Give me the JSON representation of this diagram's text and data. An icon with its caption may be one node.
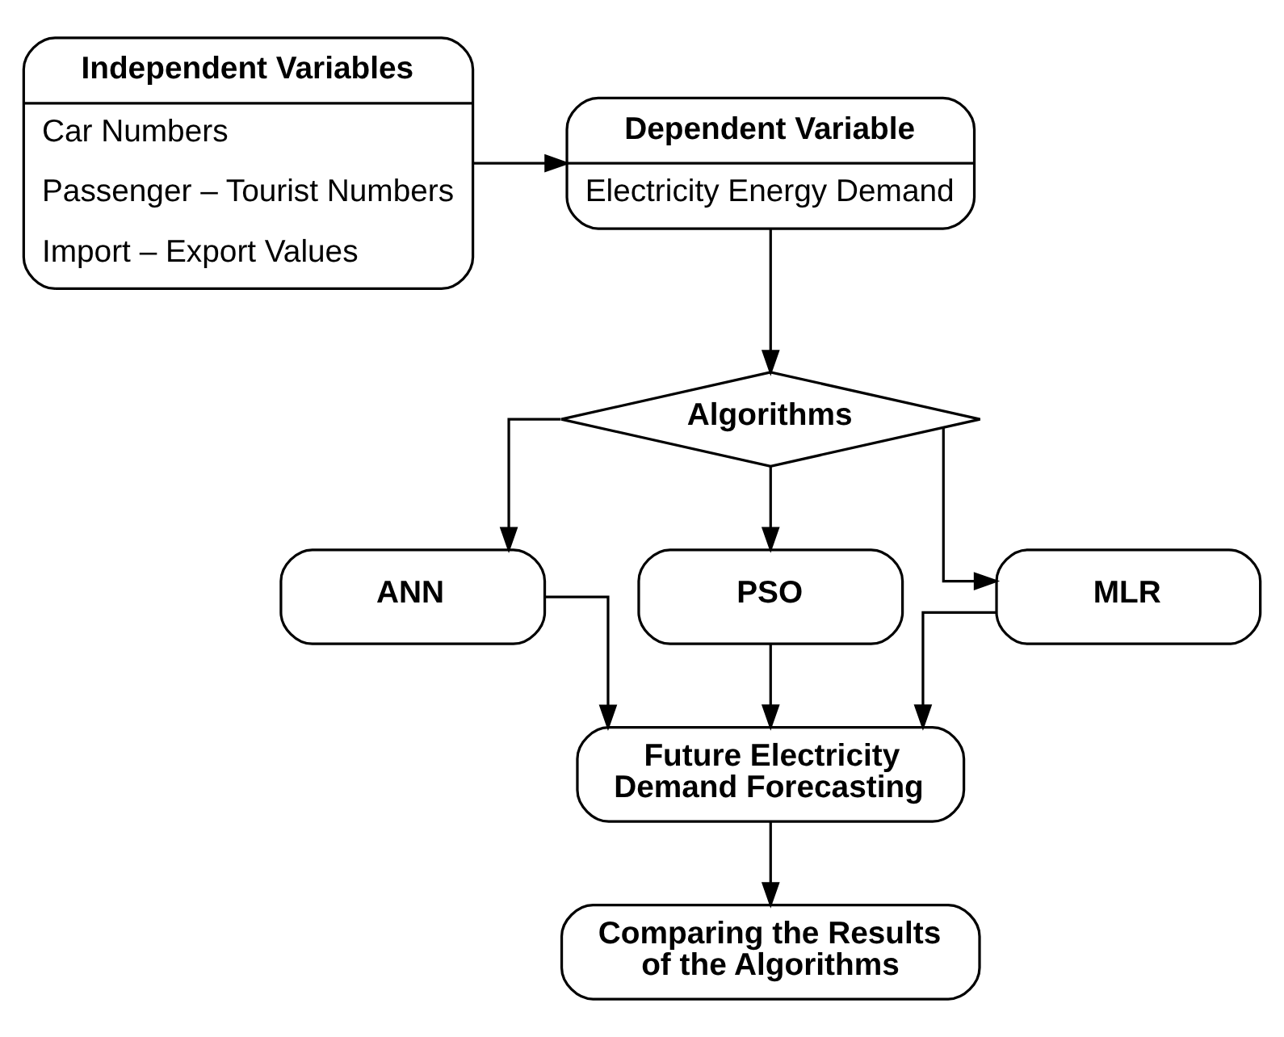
{
  "diagram": {
    "nodes": [
      {
        "text": [
          "Independent Variables",
          "Car Numbers",
          "Passenger – Tourist Numbers",
          "Import – Export Values"
        ]
      },
      {
        "text": [
          "Dependent Variable",
          "Electricity Energy Demand"
        ]
      },
      {
        "text": [
          "Algorithms"
        ]
      },
      {
        "text": [
          "ANN"
        ]
      },
      {
        "text": [
          "PSO"
        ]
      },
      {
        "text": [
          "MLR"
        ]
      },
      {
        "text": [
          "Future Electricity Demand Forecasting"
        ]
      },
      {
        "text": [
          "Comparing the Results of the Algorithms"
        ]
      }
    ],
    "edges": [
      {
        "from": 0,
        "to": 1,
        "arrow": "to"
      },
      {
        "from": 1,
        "to": 2,
        "arrow": "to"
      },
      {
        "from": 2,
        "to": 3,
        "arrow": "to"
      },
      {
        "from": 2,
        "to": 4,
        "arrow": "to"
      },
      {
        "from": 2,
        "to": 5,
        "arrow": "to"
      },
      {
        "from": 3,
        "to": 6,
        "arrow": "to"
      },
      {
        "from": 4,
        "to": 6,
        "arrow": "to"
      },
      {
        "from": 5,
        "to": 6,
        "arrow": "to"
      },
      {
        "from": 6,
        "to": 7,
        "arrow": "to"
      }
    ]
  }
}
